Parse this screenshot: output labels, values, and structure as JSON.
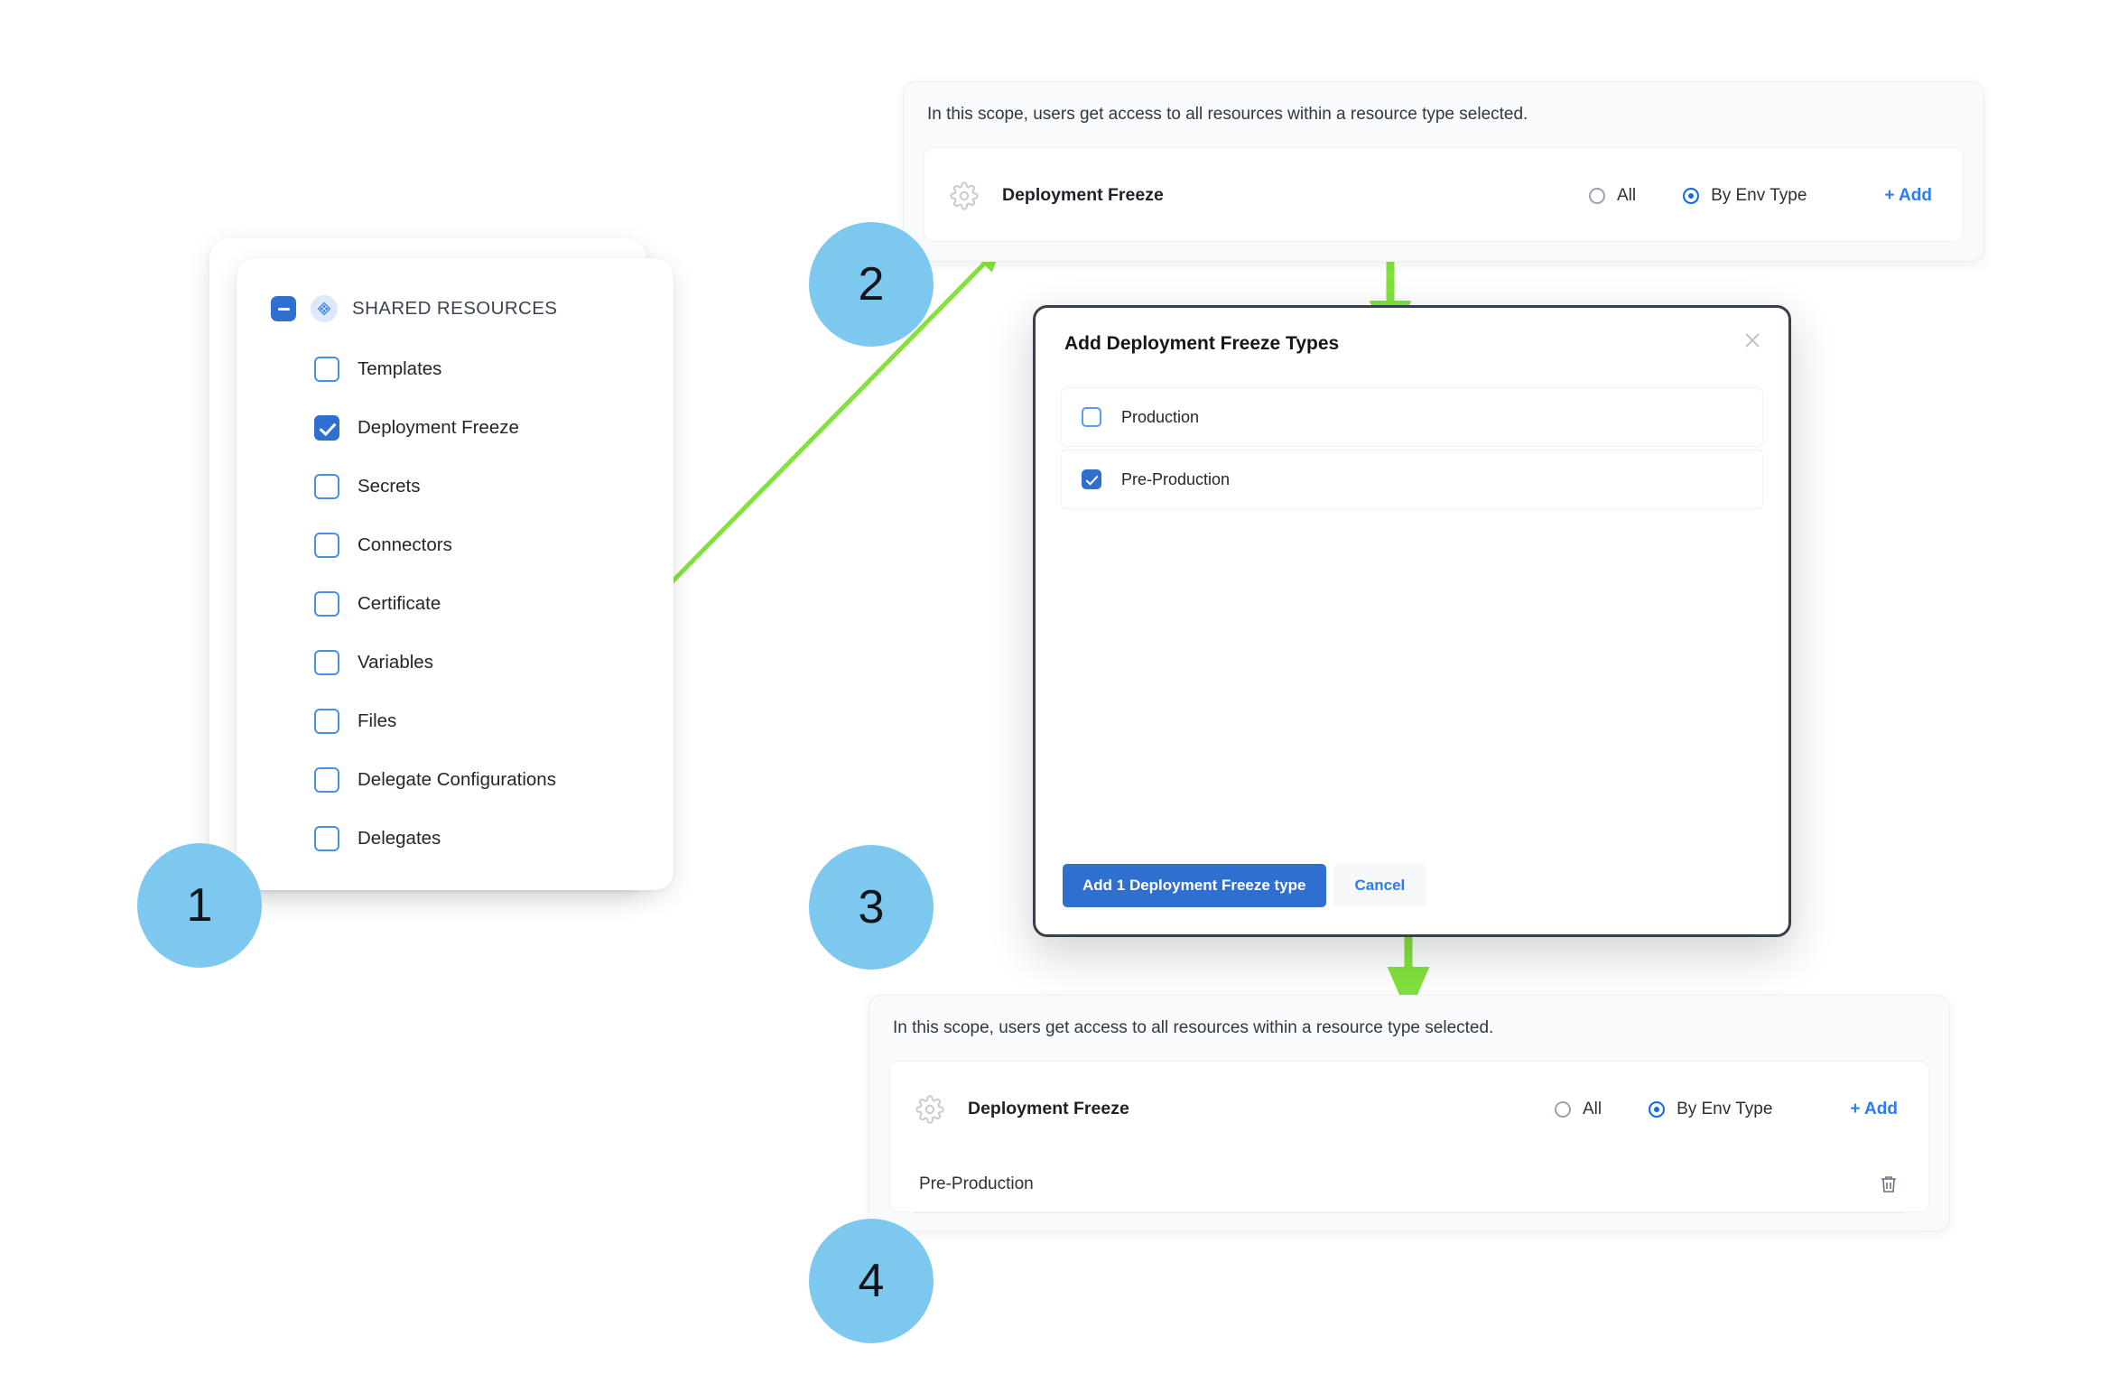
{
  "tree": {
    "header_label": "SHARED RESOURCES",
    "collapse_icon": "minus-icon",
    "resource_icon": "resource-diamond-icon",
    "items": [
      {
        "label": "Templates",
        "checked": false
      },
      {
        "label": "Deployment Freeze",
        "checked": true
      },
      {
        "label": "Secrets",
        "checked": false
      },
      {
        "label": "Connectors",
        "checked": false
      },
      {
        "label": "Certificate",
        "checked": false
      },
      {
        "label": "Variables",
        "checked": false
      },
      {
        "label": "Files",
        "checked": false
      },
      {
        "label": "Delegate Configurations",
        "checked": false
      },
      {
        "label": "Delegates",
        "checked": false
      }
    ]
  },
  "scope_top": {
    "note": "In this scope, users get access to all resources within a resource type selected.",
    "resource_name": "Deployment Freeze",
    "gear_icon": "gear-icon",
    "radio_all_label": "All",
    "radio_env_label": "By Env Type",
    "radio_all_selected": false,
    "radio_env_selected": true,
    "add_label": "+ Add"
  },
  "scope_bottom": {
    "note": "In this scope, users get access to all resources within a resource type selected.",
    "resource_name": "Deployment Freeze",
    "gear_icon": "gear-icon",
    "radio_all_label": "All",
    "radio_env_label": "By Env Type",
    "radio_all_selected": false,
    "radio_env_selected": true,
    "add_label": "+ Add",
    "rows": [
      {
        "label": "Pre-Production",
        "delete_icon": "trash-icon"
      }
    ]
  },
  "modal": {
    "title": "Add Deployment Freeze Types",
    "close_icon": "close-icon",
    "options": [
      {
        "label": "Production",
        "checked": false
      },
      {
        "label": "Pre-Production",
        "checked": true
      }
    ],
    "primary_button": "Add 1 Deployment Freeze type",
    "secondary_button": "Cancel"
  },
  "badges": [
    {
      "number": "1"
    },
    {
      "number": "2"
    },
    {
      "number": "3"
    },
    {
      "number": "4"
    }
  ],
  "colors": {
    "badge_fill": "#7cc8ee",
    "arrow_green": "#83e13c",
    "accent_blue": "#2f6fd0",
    "link_blue": "#2b7cf0"
  }
}
